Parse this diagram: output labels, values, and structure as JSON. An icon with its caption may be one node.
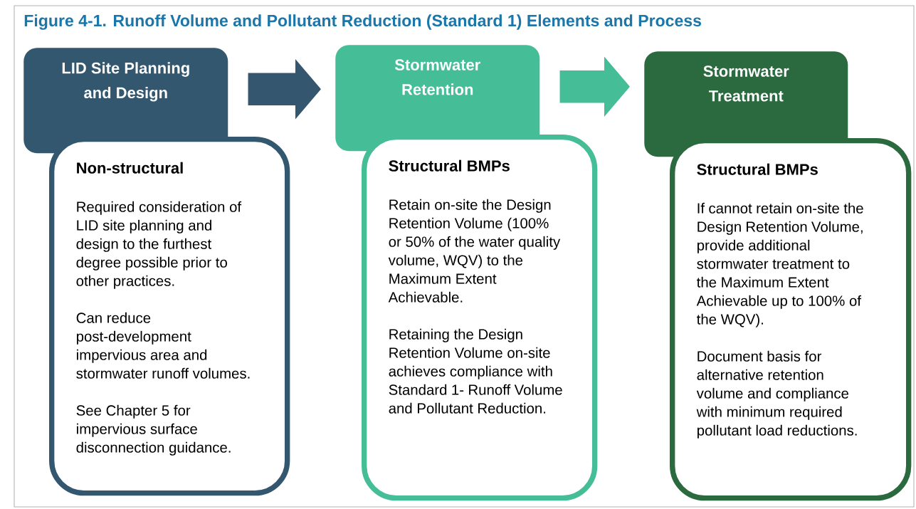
{
  "diagram": {
    "title": "Figure 4-1. Runoff Volume and Pollutant Reduction (Standard 1) Elements and Process",
    "nodes": [
      {
        "text": [
          "LID Site Planning and Design"
        ]
      },
      {
        "text": [
          "Non-structural",
          "Required consideration of LID site planning and design to the furthest degree possible prior to other practices.",
          "Can reduce post-development impervious area and stormwater runoff volumes.",
          "See Chapter 5 for impervious surface disconnection guidance."
        ]
      },
      {
        "text": [
          "Stormwater Retention"
        ]
      },
      {
        "text": [
          "Structural BMPs",
          "Retain on-site the Design Retention Volume (100% or 50% of the water quality volume, WQV) to the Maximum Extent Achievable.",
          "Retaining the Design Retention Volume on-site achieves compliance with Standard 1- Runoff Volume and Pollutant Reduction."
        ]
      },
      {
        "text": [
          "Stormwater Treatment"
        ]
      },
      {
        "text": [
          "Structural BMPs",
          "If cannot retain on-site the Design Retention Volume, provide additional stormwater treatment to the Maximum Extent Achievable up to 100% of the WQV).",
          "Document basis for alternative retention volume and compliance with minimum required pollutant load reductions."
        ]
      }
    ],
    "edges": [
      {
        "from": 0,
        "to": 2,
        "arrow": "to",
        "color": "#34566f"
      },
      {
        "from": 2,
        "to": 4,
        "arrow": "to",
        "color": "#45bd97"
      }
    ]
  }
}
